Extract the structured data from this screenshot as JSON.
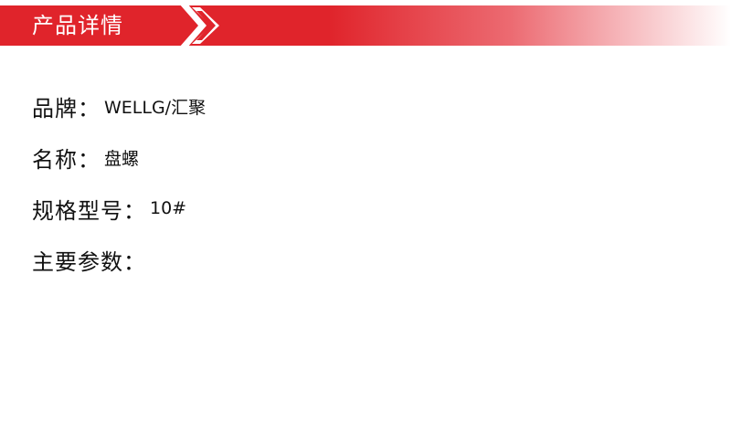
{
  "header": {
    "title": "产品详情",
    "accent_color": "#e0242b",
    "decoration_icon": "double-chevron-right-icon"
  },
  "details": {
    "brand": {
      "label": "品牌：",
      "value": "WELLG/汇聚"
    },
    "name": {
      "label": "名称：",
      "value": "盘螺"
    },
    "model": {
      "label": "规格型号：",
      "value": "10#"
    },
    "params": {
      "label": "主要参数：",
      "value": ""
    }
  }
}
